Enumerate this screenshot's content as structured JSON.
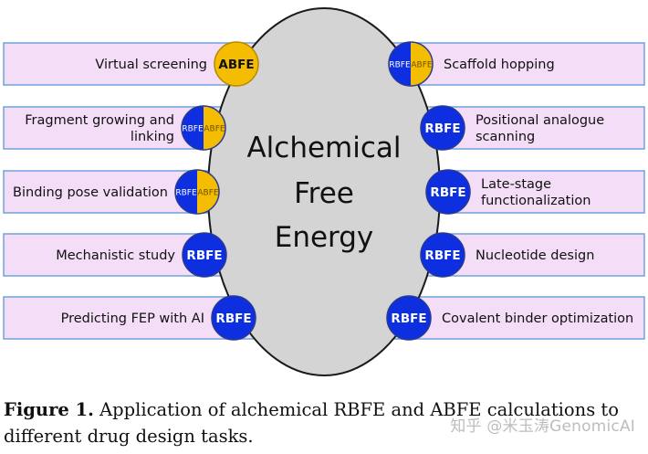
{
  "center_title": [
    "Alchemical",
    "Free",
    "Energy"
  ],
  "methods": {
    "abfe": "ABFE",
    "rbfe": "RBFE"
  },
  "colors": {
    "abfe": "#f5bd02",
    "rbfe": "#0d2fe0",
    "box_fill": "#f4ddf7",
    "box_border": "#6fa3d8",
    "oval_fill": "#d4d4d4"
  },
  "left_tasks": [
    {
      "label": [
        "Virtual screening"
      ],
      "badge": "abfe"
    },
    {
      "label": [
        "Fragment growing and",
        "linking"
      ],
      "badge": "split"
    },
    {
      "label": [
        "Binding pose validation"
      ],
      "badge": "split"
    },
    {
      "label": [
        "Mechanistic study"
      ],
      "badge": "rbfe"
    },
    {
      "label": [
        "Predicting FEP with AI"
      ],
      "badge": "rbfe"
    }
  ],
  "right_tasks": [
    {
      "label": [
        "Scaffold hopping"
      ],
      "badge": "split"
    },
    {
      "label": [
        "Positional analogue",
        "scanning"
      ],
      "badge": "rbfe"
    },
    {
      "label": [
        "Late-stage",
        "functionalization"
      ],
      "badge": "rbfe"
    },
    {
      "label": [
        "Nucleotide design"
      ],
      "badge": "rbfe"
    },
    {
      "label": [
        "Covalent binder optimization"
      ],
      "badge": "rbfe"
    }
  ],
  "caption": {
    "label": "Figure 1.",
    "text": " Application of alchemical RBFE and ABFE calculations to different drug design tasks."
  },
  "watermark": "知乎 @米玉涛GenomicAI"
}
